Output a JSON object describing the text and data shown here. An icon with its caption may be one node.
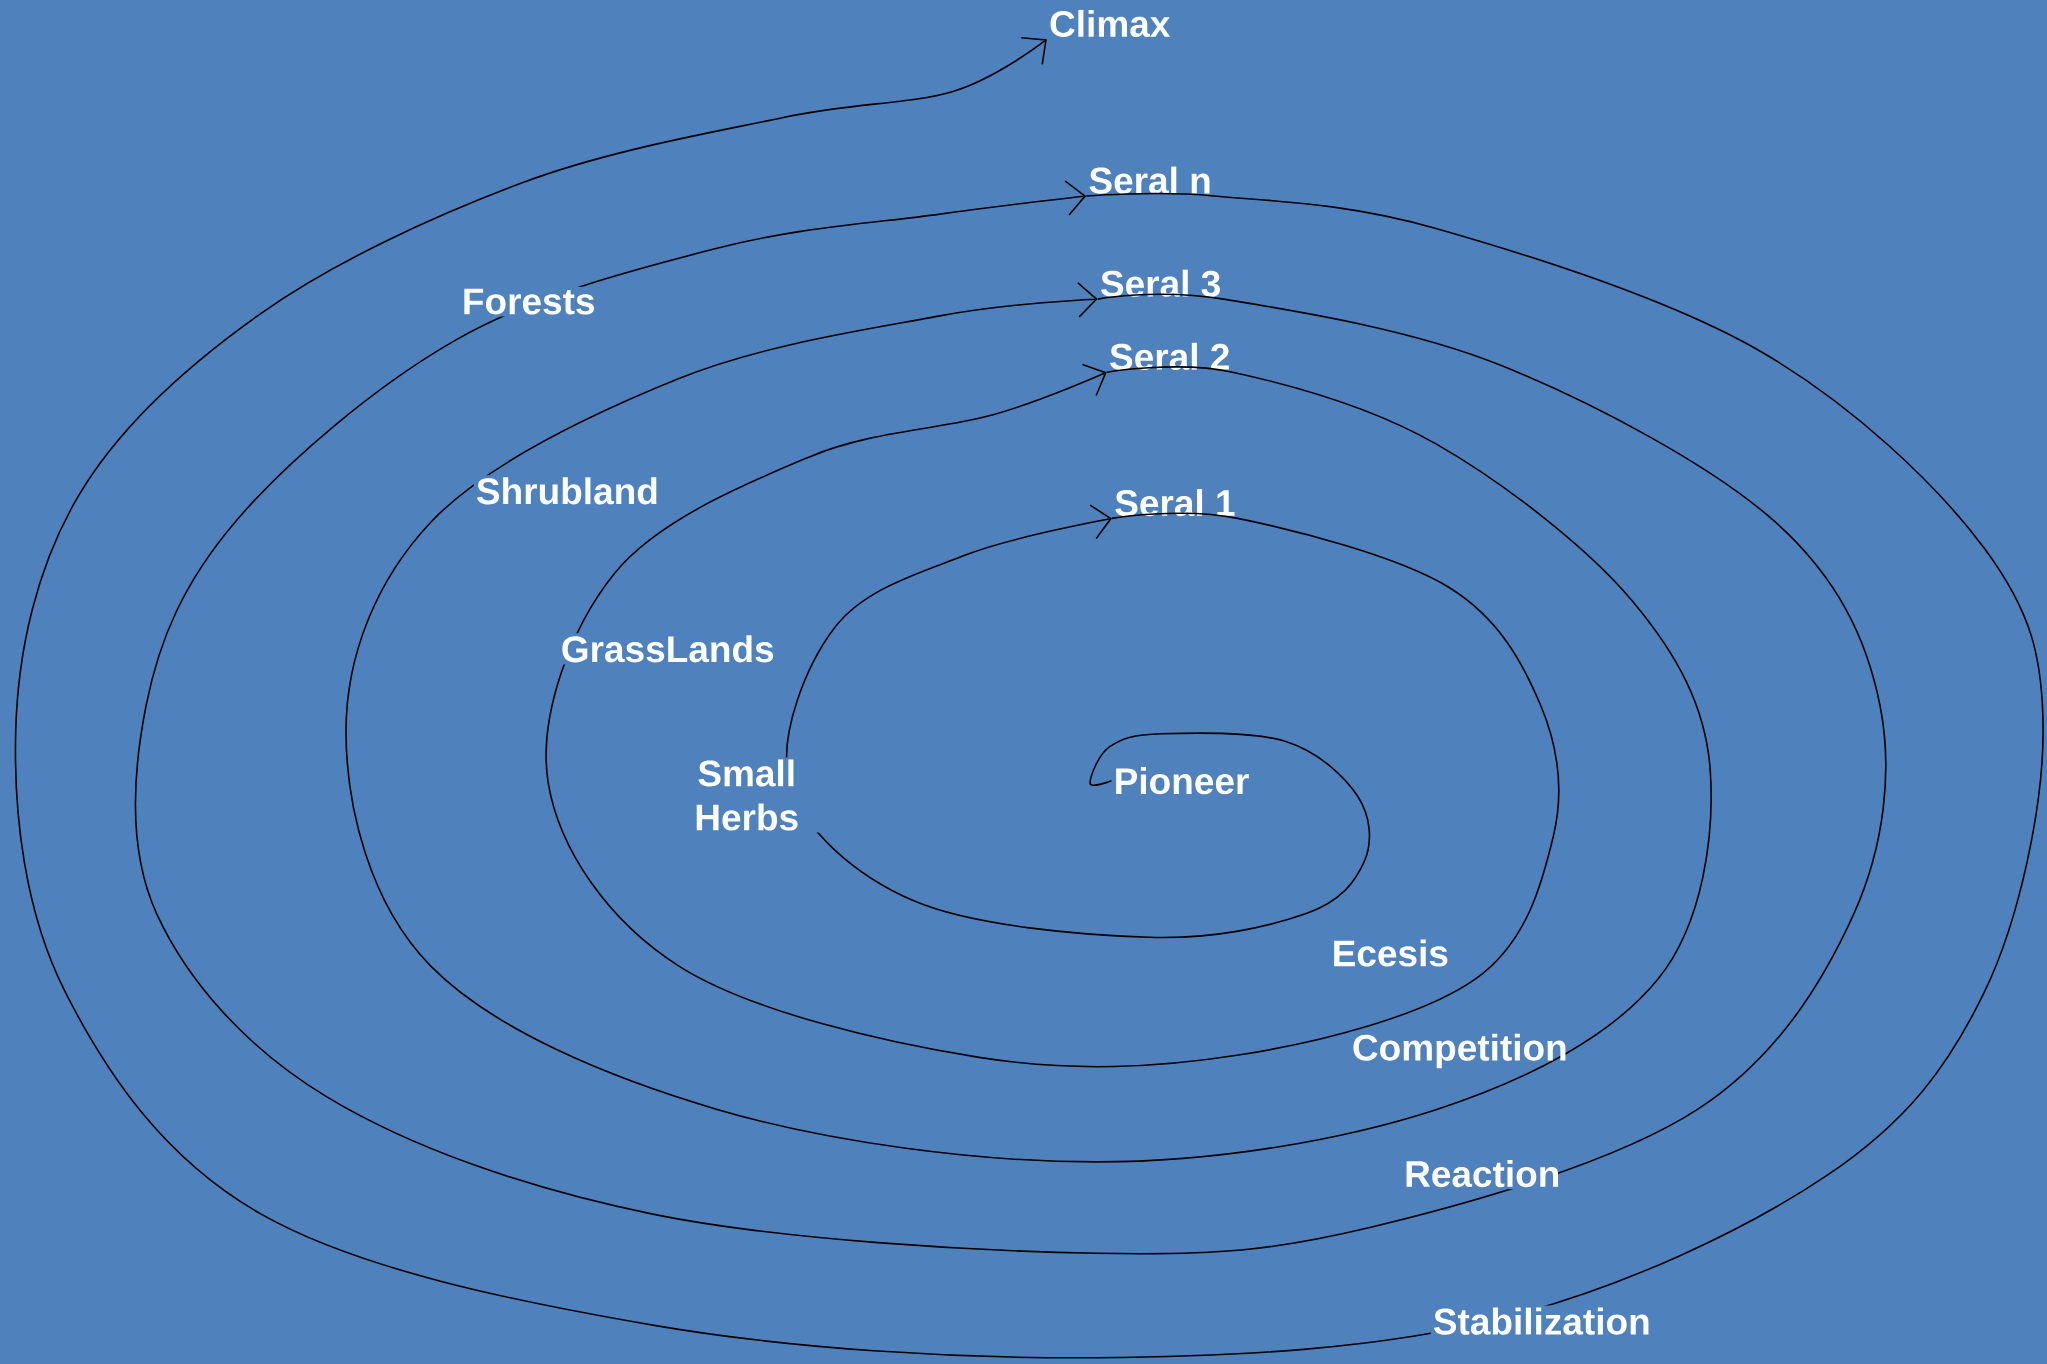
{
  "diagram": {
    "nodes": [
      {
        "text": [
          "Pioneer"
        ]
      },
      {
        "text": [
          "Seral 1"
        ]
      },
      {
        "text": [
          "Seral 2"
        ]
      },
      {
        "text": [
          "Seral 3"
        ]
      },
      {
        "text": [
          "Seral n"
        ]
      },
      {
        "text": [
          "Climax"
        ]
      }
    ],
    "edges": [
      {
        "from": 0,
        "to": 1,
        "arrow": "to"
      },
      {
        "from": 1,
        "to": 2,
        "arrow": "to"
      },
      {
        "from": 2,
        "to": 3,
        "arrow": "to"
      },
      {
        "from": 3,
        "to": 4,
        "arrow": "to"
      },
      {
        "from": 4,
        "to": 5,
        "arrow": "to"
      }
    ],
    "labels": [
      "Forests",
      "Shrubland",
      "GrassLands",
      "Small Herbs",
      "Ecesis",
      "Competition",
      "Reaction",
      "Stabilization"
    ]
  }
}
